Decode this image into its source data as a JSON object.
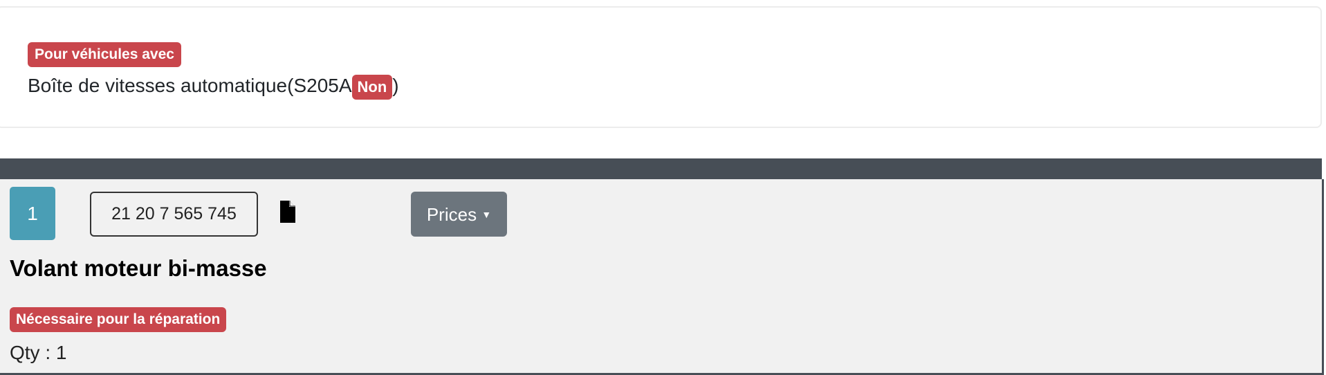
{
  "condition": {
    "label": "Pour véhicules avec",
    "text": "Boîte de vitesses automatique(S205A",
    "value_badge": "Non",
    "closing": ")"
  },
  "part": {
    "position": "1",
    "part_number": "21 20 7 565 745",
    "document_icon": "file-icon",
    "prices_label": "Prices",
    "name": "Volant moteur bi-masse",
    "requirement_badge": "Nécessaire pour la réparation",
    "qty_text": "Qty : 1"
  }
}
